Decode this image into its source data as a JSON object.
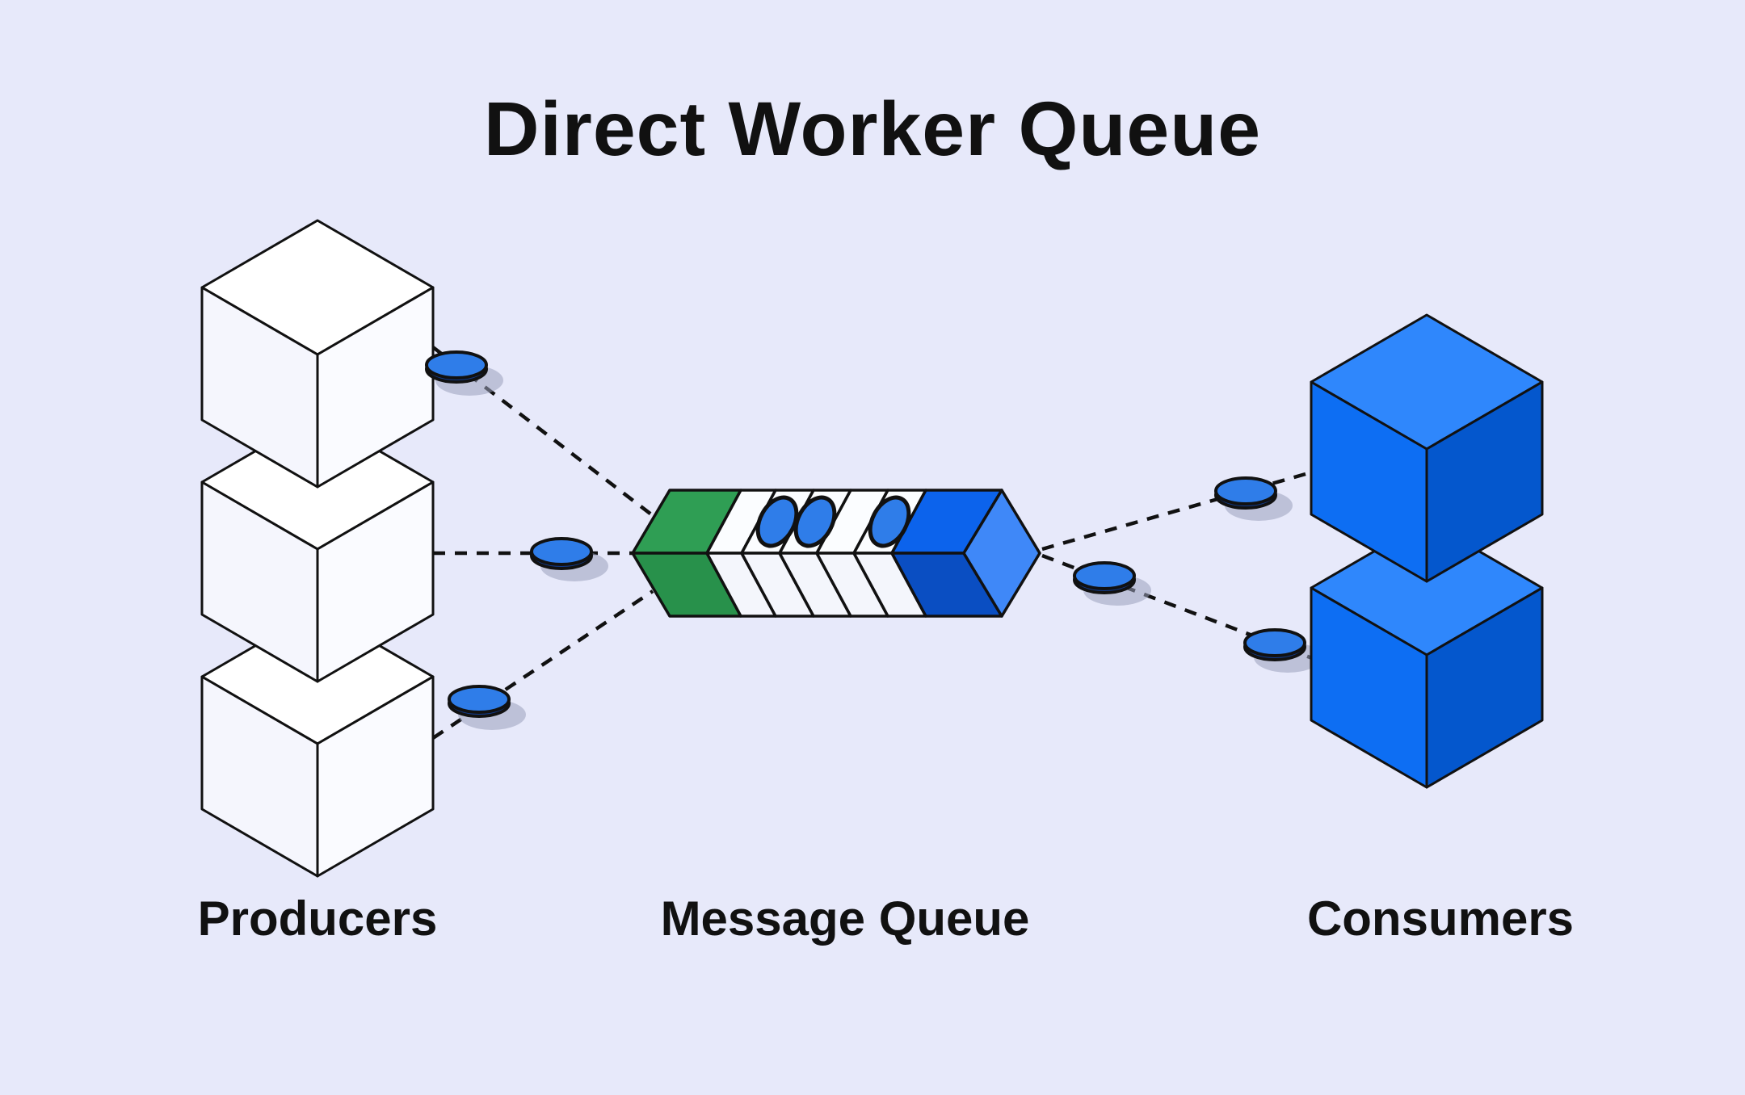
{
  "title": "Direct Worker Queue",
  "labels": {
    "producers": "Producers",
    "queue": "Message Queue",
    "consumers": "Consumers"
  },
  "producers": {
    "count": 3,
    "cube_color": "white"
  },
  "consumers": {
    "count": 2,
    "cube_color": "blue"
  },
  "queue": {
    "direction": "left-to-right",
    "tail_color": "green",
    "head_color": "blue",
    "slots": [
      {
        "occupied": false
      },
      {
        "occupied": true
      },
      {
        "occupied": true
      },
      {
        "occupied": false
      },
      {
        "occupied": true
      }
    ]
  },
  "messages_in_transit": {
    "producer_side": 3,
    "consumer_side": 3
  },
  "colors": {
    "bg": "#e7e9fa",
    "ink": "#111111",
    "cube_white_top": "#ffffff",
    "cube_white_left": "#f5f6fd",
    "cube_white_right": "#fafbff",
    "cube_blue_top": "#2f87fc",
    "cube_blue_left": "#0d6ef3",
    "cube_blue_right": "#0457cd",
    "queue_green": "#2f9e54",
    "queue_green_dark": "#28914b",
    "queue_white": "#fbfdff",
    "queue_white_dark": "#f4f6fc",
    "head_blue": "#0c63ec",
    "head_blue_dark": "#0a4ec2",
    "head_tip": "#3f88f8",
    "message": "#2f7de9",
    "message_dark": "#123c8e",
    "shadow": "#9aa0bb"
  }
}
